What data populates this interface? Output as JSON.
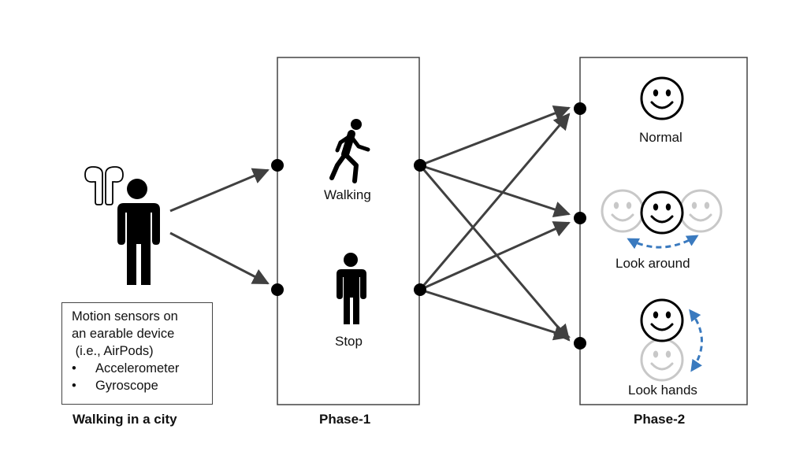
{
  "left": {
    "caption": "Walking in a city",
    "sensor_box": {
      "line1": "Motion sensors on",
      "line2": "an earable device",
      "line3": " (i.e., AirPods)",
      "bullet": "•",
      "items": [
        "Accelerometer",
        "Gyroscope"
      ]
    }
  },
  "phase1": {
    "caption": "Phase-1",
    "states": [
      "Walking",
      "Stop"
    ]
  },
  "phase2": {
    "caption": "Phase-2",
    "states": [
      "Normal",
      "Look around",
      "Look hands"
    ]
  },
  "colors": {
    "arrow": "#404040",
    "highlight_arrow": "#3a7abf",
    "faded_face": "#c8c8c8"
  },
  "icons": {
    "earbuds": "airpods-icon",
    "person": "person-standing-icon",
    "walker": "person-walking-icon",
    "face": "smiley-face-icon"
  }
}
